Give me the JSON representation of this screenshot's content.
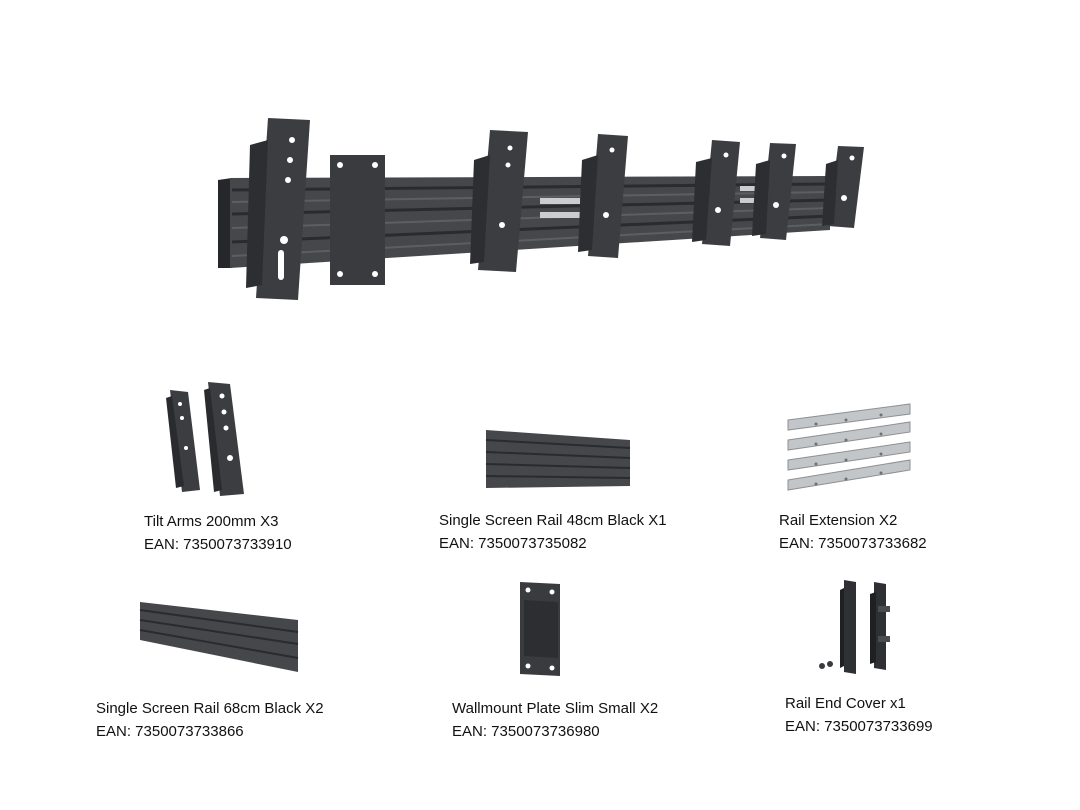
{
  "colors": {
    "metal_dark": "#2f3033",
    "metal_mid": "#44464a",
    "metal_light": "#5a5c60",
    "silver": "#b9bcbf",
    "background": "#ffffff"
  },
  "hero": {
    "icon": "assembled-video-wall-rail-mount"
  },
  "components": [
    {
      "name": "Tilt Arms 200mm X3",
      "ean": "EAN: 7350073733910",
      "icon": "tilt-arms"
    },
    {
      "name": "Single Screen Rail 48cm Black X1",
      "ean": "EAN: 7350073735082",
      "icon": "rail-48cm"
    },
    {
      "name": "Rail Extension X2",
      "ean": "EAN: 7350073733682",
      "icon": "rail-extension"
    },
    {
      "name": "Single Screen Rail 68cm Black X2",
      "ean": "EAN: 7350073733866",
      "icon": "rail-68cm"
    },
    {
      "name": "Wallmount Plate Slim Small X2",
      "ean": "EAN: 7350073736980",
      "icon": "wallmount-plate"
    },
    {
      "name": "Rail End Cover x1",
      "ean": "EAN: 7350073733699",
      "icon": "rail-end-cover"
    }
  ]
}
